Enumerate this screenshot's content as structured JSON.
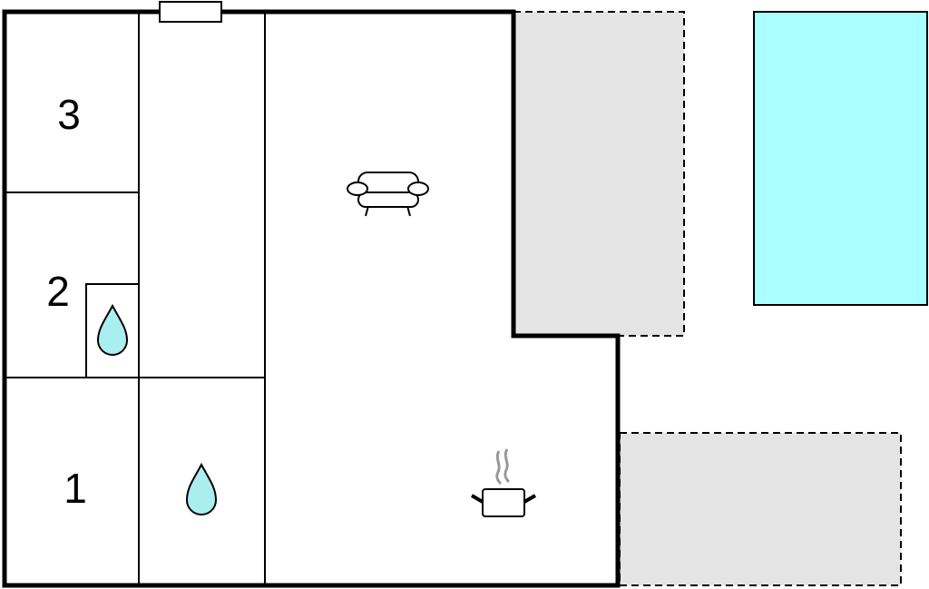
{
  "rooms": {
    "bedroom_3": "3",
    "bedroom_2": "2",
    "bedroom_1": "1"
  },
  "colors": {
    "wall": "#000000",
    "terrace": "#e4e4e4",
    "pool": "#aaffff",
    "water_drop": "#aaeef0",
    "steam": "#999999"
  }
}
